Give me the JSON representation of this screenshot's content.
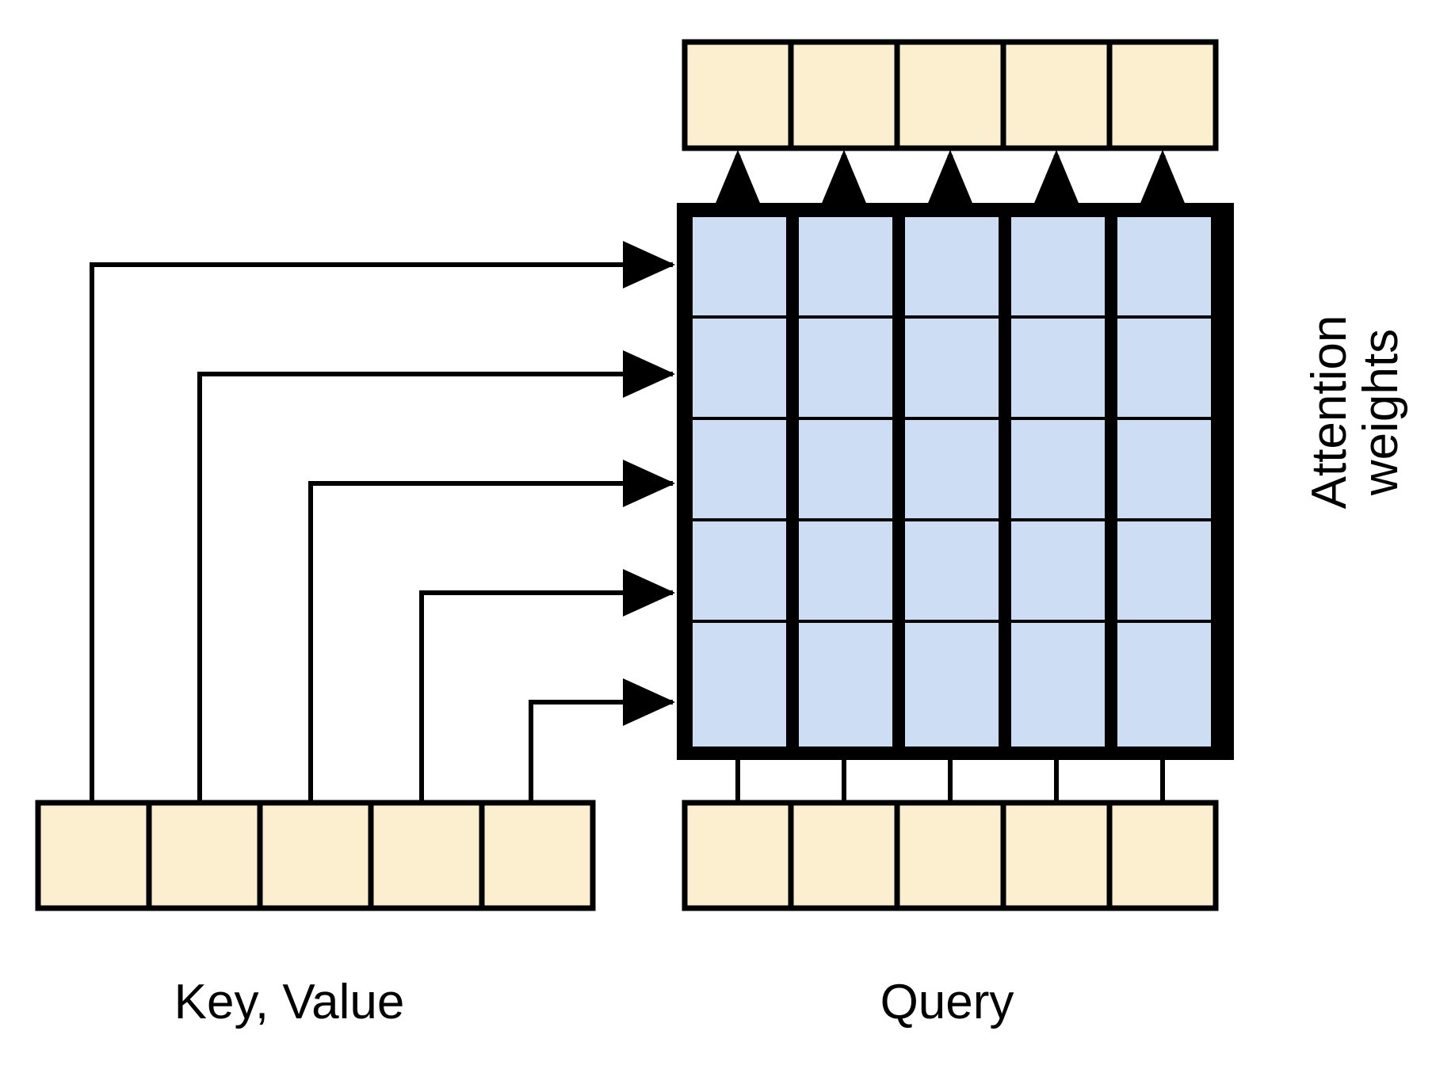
{
  "diagram": {
    "title": "Attention mechanism block diagram",
    "labels": {
      "key_value": "Key, Value",
      "query": "Query",
      "attention_weights_line1": "Attention",
      "attention_weights_line2": "weights"
    },
    "colors": {
      "cream_fill": "#FCEFCF",
      "blue_fill": "#CDDDF4",
      "stroke": "#000000",
      "background": "#FFFFFF"
    },
    "grid": {
      "rows": 5,
      "columns": 5,
      "row_separator_weight": "thin",
      "column_separator_weight": "thick",
      "outer_border_weight": "thick"
    },
    "sequences": {
      "key_value_cells": 5,
      "query_cells": 5,
      "output_cells": 5
    },
    "connectors": {
      "key_value_to_grid": {
        "count": 5,
        "style": "elbow",
        "arrowhead": true,
        "direction": "left-to-right into grid rows"
      },
      "query_to_grid": {
        "count": 5,
        "style": "straight-vertical",
        "arrowhead": false,
        "direction": "bottom-to-top into grid columns"
      },
      "grid_to_output": {
        "count": 5,
        "style": "straight-vertical",
        "arrowhead": true,
        "direction": "bottom-to-top into output cells"
      }
    }
  }
}
